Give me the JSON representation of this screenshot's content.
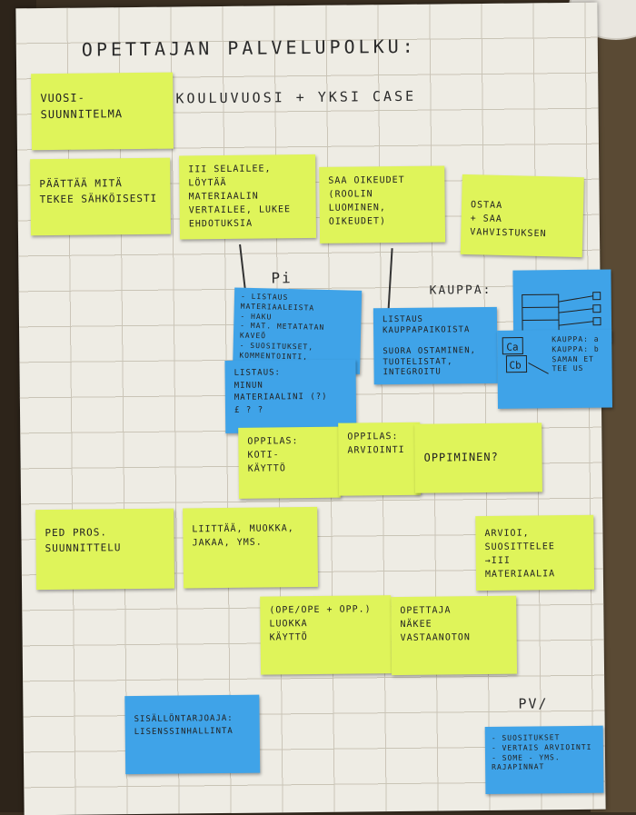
{
  "board": {
    "title": "OPETTAJAN PALVELUPOLKU:",
    "subtitle": "KOULUVUOSI + YKSI CASE",
    "label_pi": "Pi",
    "label_kauppa": "KAUPPA:",
    "label_pv": "PV/"
  },
  "notes": {
    "vuosisuunnitelma": "VUOSI-\nSUUNNITELMA",
    "paattaa": "PÄÄTTÄÄ MITÄ\nTEKEE SÄHKÖISESTI",
    "selailee": "III SELAILEE, LÖYTÄÄ\nMATERIAALIN\nVERTAILEE, LUKEE\nEHDOTUKSIA",
    "saa_oikeudet": "SAA OIKEUDET\n(ROOLIN\nLUOMINEN,\nOIKEUDET)",
    "ostaa": "OSTAA\n+ SAA VAHVISTUKSEN",
    "listaus_materiaalit": "- LISTAUS MATERIAALEISTA\n- HAKU\n- MAT. METATATAN KAVEÖ\n- SUOSITUKSET, KOMMENTOINTI,\n- ONNISTUNEET YMS\n- RAJAPINNAT YMS\n- KÄYTTÖIK. NÄKYVINTÄ (AINA)",
    "listaus_minun": "LISTAUS:\nMINUN\nMATERIAALINI (?)\n£ ? ?",
    "listaus_kauppa": "LISTAUS\nKAUPPAPAIKOISTA\n\nSUORA OSTAMINEN,\nTUOTELISTAT,\nINTEGROITU",
    "sketch_shop": "KAUPPA: a\nKAUPPA: b\nSAMAN ET TEE US",
    "oppilas_koti": "OPPILAS:\nKOTI-\nKÄYTTÖ",
    "oppilas_arviointi": "OPPILAS:\nARVIOINTI",
    "oppiminen": "OPPIMINEN?",
    "ped_pros": "PED PROS.\nSUUNNITTELU",
    "liittaa": "LIITTÄÄ, MUOKKA,\nJAKAA, YMS.",
    "arvioi": "ARVIOI,\nSUOSITTELEE\n→III MATERIAALIA",
    "luokka": "(OPE/OPE + OPP.)\nLUOKKA\nKÄYTTÖ",
    "opettaja_nakee": "OPETTAJA\nNÄKEE\nVASTAANOTON",
    "sisallontarjoaja": "SISÄLLÖNTARJOAJA:\nLISENSSINHALLINTA",
    "suositukset": "- SUOSITUKSET\n- VERTAIS ARVIOINTI\n- SOME - YMS. RAJAPINNAT"
  },
  "colors": {
    "yellow_note": "#dff45a",
    "blue_note": "#3fa3e8",
    "paper": "#eeece4"
  }
}
